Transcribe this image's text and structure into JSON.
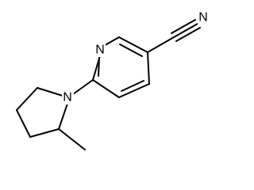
{
  "structure": {
    "atoms": {
      "pyridine_n": "N",
      "nitrile_n": "N",
      "pyrrolidine_n": "N"
    }
  }
}
